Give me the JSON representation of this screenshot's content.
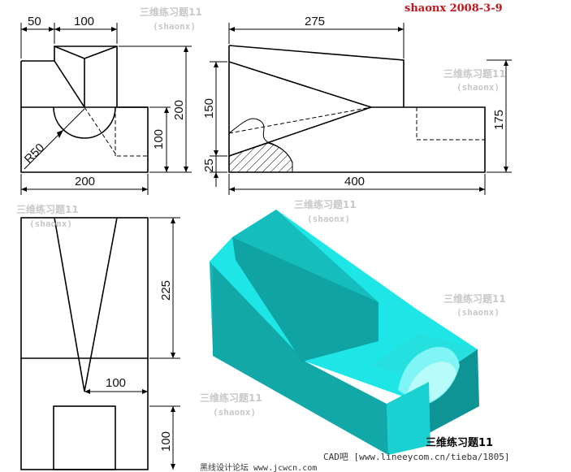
{
  "header": {
    "author_date": "shaonx 2008-3-9"
  },
  "watermarks": [
    {
      "line1": "三维练习题11",
      "line2": "(shaonx)"
    },
    {
      "line1": "三维练习题11",
      "line2": "(shaonx)"
    },
    {
      "line1": "三维练习题11",
      "line2": "(shaonx)"
    },
    {
      "line1": "三维练习题11",
      "line2": "(shaonx)"
    },
    {
      "line1": "三维练习题11",
      "line2": "(shaonx)"
    },
    {
      "line1": "三维练习题11",
      "line2": "(shaonx)"
    }
  ],
  "front_view": {
    "dim_top_left": "50",
    "dim_top_width": "100",
    "dim_bottom": "200",
    "dim_right_total": "200",
    "dim_right_lower": "100",
    "radius_label": "R50"
  },
  "side_view": {
    "dim_top": "275",
    "dim_left_150": "150",
    "dim_left_25": "25",
    "dim_right": "175",
    "dim_bottom": "400"
  },
  "top_view": {
    "dim_right_top": "225",
    "dim_inner": "100",
    "dim_right_bottom": "100"
  },
  "footer": {
    "model_label": "三维练习题11",
    "site_text": "CAD吧 [www.lineeycom.cn/tieba/1805]",
    "bottom_text": "黑线设计论坛 www.jcwcn.com"
  },
  "colors": {
    "title_red": "#c0161b",
    "solid_top": "#1fe6e6",
    "solid_front": "#13b9b9",
    "solid_side": "#0f9b9b",
    "watermark": "#c8c8c8"
  }
}
